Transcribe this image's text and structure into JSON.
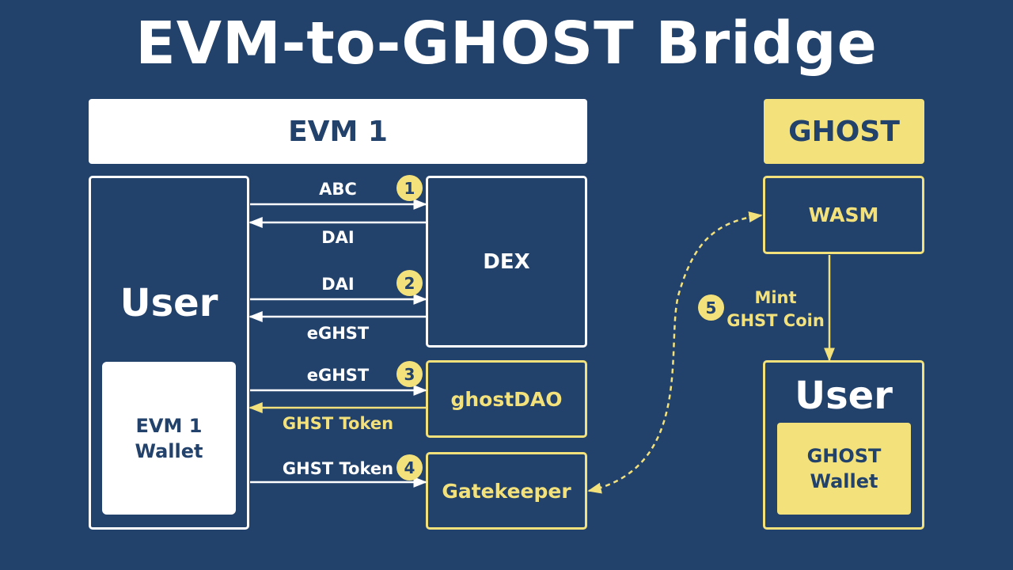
{
  "title": "EVM-to-GHOST Bridge",
  "headers": {
    "evm": "EVM 1",
    "ghost": "GHOST"
  },
  "left": {
    "user_label": "User",
    "wallet_line1": "EVM 1",
    "wallet_line2": "Wallet"
  },
  "boxes": {
    "dex": "DEX",
    "ghostdao": "ghostDAO",
    "gatekeeper": "Gatekeeper",
    "wasm": "WASM"
  },
  "right": {
    "user_label": "User",
    "wallet_line1": "GHOST",
    "wallet_line2": "Wallet"
  },
  "flows": {
    "step1_out": "ABC",
    "step1_back": "DAI",
    "step2_out": "DAI",
    "step2_back": "eGHST",
    "step3_out": "eGHST",
    "step3_back": "GHST Token",
    "step4_out": "GHST Token",
    "step5_line1": "Mint",
    "step5_line2": "GHST Coin"
  },
  "steps": [
    "1",
    "2",
    "3",
    "4",
    "5"
  ],
  "colors": {
    "background": "#22416b",
    "accent": "#f3e27c",
    "white": "#ffffff"
  }
}
